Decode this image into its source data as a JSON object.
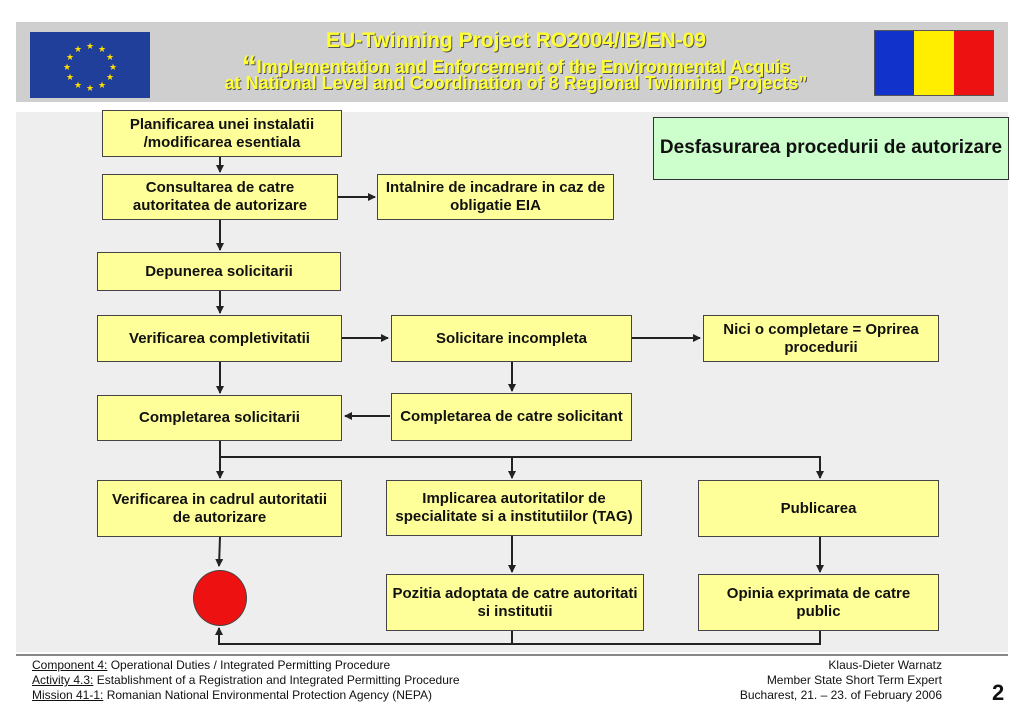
{
  "header": {
    "title_line1": "EU-Twinning  Project  RO2004/IB/EN-09",
    "title_quote_open": "“",
    "title_line2": "Implementation and Enforcement of the Environmental Acquis",
    "title_line3": "at National Level and Coordination of 8 Regional Twinning Projects”"
  },
  "diagram": {
    "title": "Desfasurarea procedurii de autorizare",
    "nodes": {
      "planificarea": "Planificarea unei instalatii /modificarea esentiala",
      "consultarea": "Consultarea de catre autoritatea de autorizare",
      "intalnire": "Intalnire de incadrare in caz de obligatie EIA",
      "depunerea": "Depunerea solicitarii",
      "verificarea_completivitatii": "Verificarea completivitatii",
      "solicitare_incompleta": "Solicitare incompleta",
      "nici_o_completare": "Nici o completare = Oprirea procedurii",
      "completarea_solicitarii": "Completarea solicitarii",
      "completarea_solicitant": "Completarea de catre solicitant",
      "verificarea_cadrul": "Verificarea in cadrul autoritatii de autorizare",
      "implicarea": "Implicarea autoritatilor de specialitate si a institutiilor (TAG)",
      "publicarea": "Publicarea",
      "pozitia": "Pozitia adoptata de catre autoritati si institutii",
      "opinia": "Opinia exprimata de catre public"
    },
    "colors": {
      "box_fill": "#ffff99",
      "title_fill": "#ccffcc",
      "stop_circle": "#ee1111",
      "background": "#eeeeee"
    }
  },
  "footer": {
    "left": [
      {
        "label": "Component 4:",
        "text": " Operational Duties / Integrated Permitting Procedure"
      },
      {
        "label": "Activity 4.3:",
        "text": " Establishment of a Registration and Integrated Permitting Procedure"
      },
      {
        "label": "Mission 41-1:",
        "text": " Romanian National Environmental Protection Agency (NEPA)"
      }
    ],
    "right": [
      "Klaus-Dieter Warnatz",
      "Member State Short Term Expert",
      "Bucharest,  21. – 23. of February  2006"
    ],
    "page_number": "2"
  }
}
